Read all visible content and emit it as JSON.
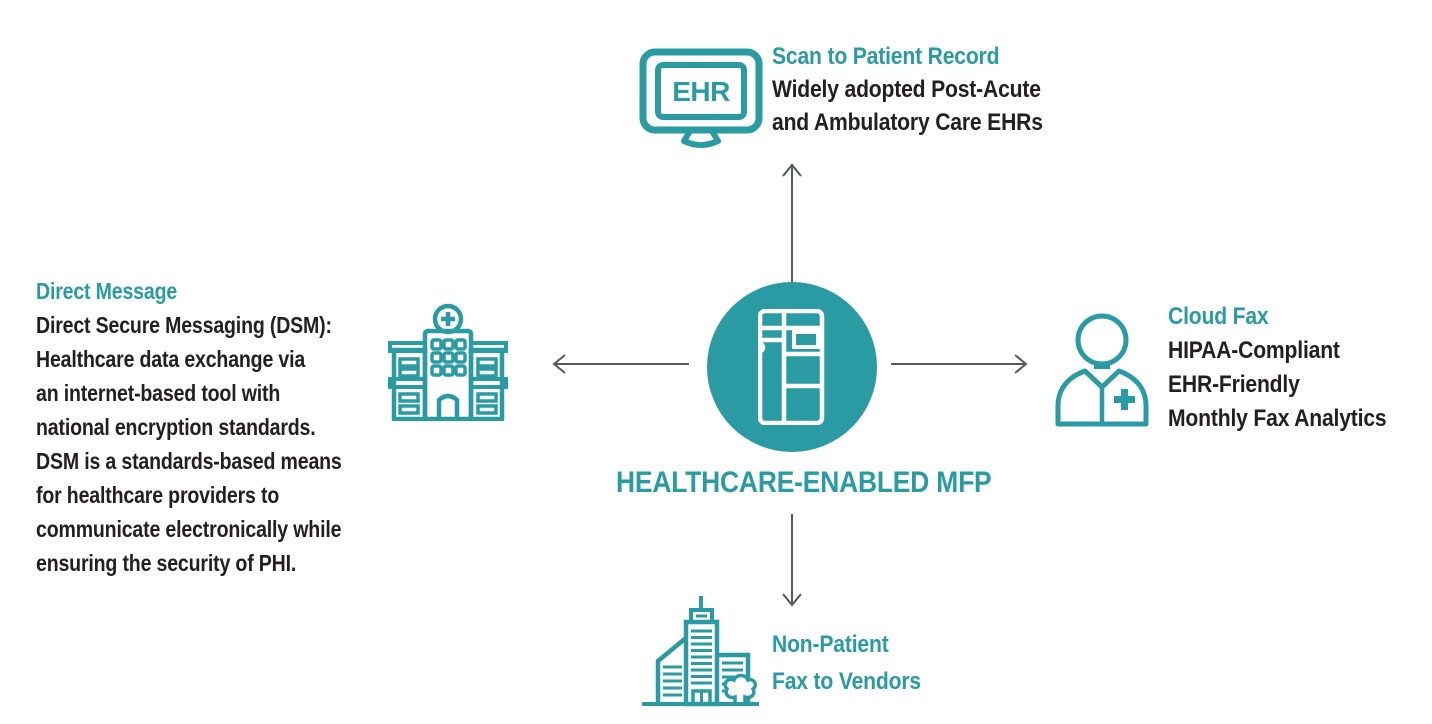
{
  "colors": {
    "teal": "#2A9BA2",
    "text": "#231F20",
    "arrow": "#58595B",
    "background": "#FFFFFF",
    "icon_on_circle": "#FFFFFF"
  },
  "center": {
    "label": "HEALTHCARE-ENABLED MFP",
    "icon": "mfp-device-icon"
  },
  "nodes": {
    "top": {
      "heading": "Scan to Patient Record",
      "lines": [
        "Widely adopted Post-Acute",
        "and Ambulatory Care EHRs"
      ],
      "icon": "ehr-monitor-icon",
      "icon_label": "EHR"
    },
    "right": {
      "heading": "Cloud Fax",
      "lines": [
        "HIPAA-Compliant",
        "EHR-Friendly",
        "Monthly Fax Analytics"
      ],
      "icon": "doctor-icon"
    },
    "bottom": {
      "heading_lines": [
        "Non-Patient",
        "Fax to Vendors"
      ],
      "icon": "city-buildings-icon"
    },
    "left": {
      "heading": "Direct Message",
      "lines": [
        "Direct Secure Messaging (DSM):",
        "Healthcare data exchange via",
        "an internet-based tool with",
        "national encryption standards.",
        "DSM is a standards-based means",
        "for healthcare providers to",
        "communicate electronically while",
        "ensuring the security of PHI."
      ],
      "icon": "hospital-icon"
    }
  }
}
